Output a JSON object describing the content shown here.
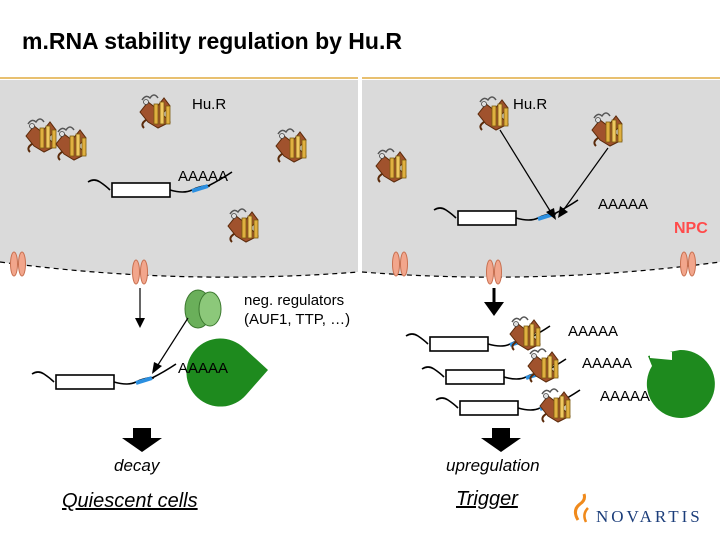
{
  "title": "m.RNA stability regulation by Hu.R",
  "labels": {
    "hur_left": "Hu.R",
    "hur_right": "Hu.R",
    "npc": "NPC",
    "polyA": "AAAAA",
    "neg_regulators_line1": "neg. regulators",
    "neg_regulators_line2": "(AUF1, TTP, …)",
    "decay": "decay",
    "upregulation": "upregulation",
    "quiescent": "Quiescent cells",
    "trigger": "Trigger"
  },
  "logo": {
    "text": "NOVARTIS"
  },
  "colors": {
    "nucleus": "#dadada",
    "arrow_fill": "#000000",
    "are_element": "#2b8fe0",
    "pacman": "#1e8a1e",
    "npc_pore": "#f2a68c",
    "npc_text": "#ff4b4b",
    "novartis_blue": "#1b3d7a",
    "novartis_orange": "#f08a1c"
  }
}
